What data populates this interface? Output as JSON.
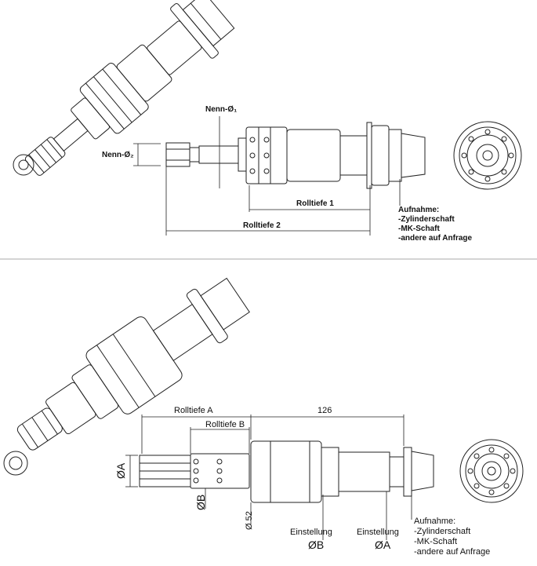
{
  "top": {
    "nenn_d1": "Nenn-Ø₁",
    "nenn_d2": "Nenn-Ø₂",
    "rolltiefe_1": "Rolltiefe 1",
    "rolltiefe_2": "Rolltiefe 2",
    "aufnahme": {
      "title": "Aufnahme:",
      "items": [
        "-Zylinderschaft",
        "-MK-Schaft",
        "-andere auf Anfrage"
      ]
    }
  },
  "bottom": {
    "rolltiefe_a": "Rolltiefe A",
    "rolltiefe_b": "Rolltiefe B",
    "length_126": "126",
    "dia_a": "ØA",
    "dia_b": "ØB",
    "dia_52": "Ø 52",
    "einstellung_b": {
      "label": "Einstellung",
      "value": "ØB"
    },
    "einstellung_a": {
      "label": "Einstellung",
      "value": "ØA"
    },
    "aufnahme": {
      "title": "Aufnahme:",
      "items": [
        "-Zylinderschaft",
        "-MK-Schaft",
        "-andere auf Anfrage"
      ]
    }
  }
}
